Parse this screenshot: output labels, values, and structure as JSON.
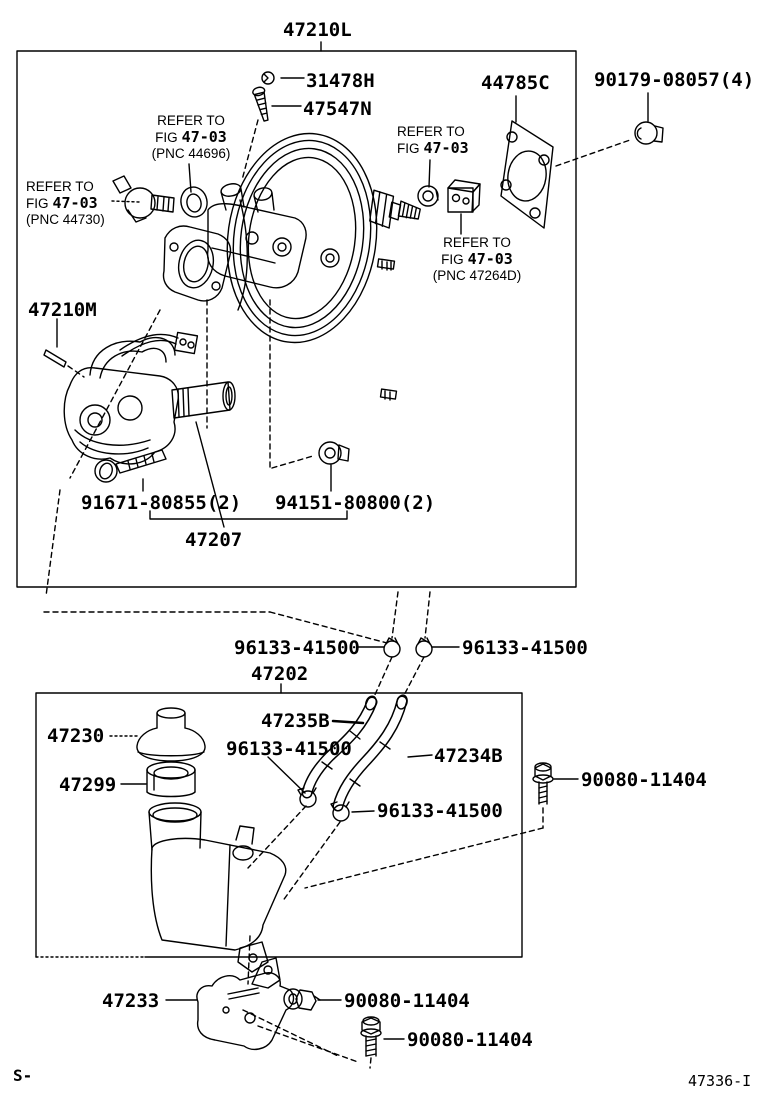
{
  "upper_box": {
    "title": "47210L",
    "parts": {
      "clip": "31478H",
      "bleeder_screw": "47547N",
      "gasket": "44785C",
      "mount_nut": "90179-08057(4)",
      "actuator": "47210M",
      "bolt": "91671-80855(2)",
      "nut": "94151-80800(2)",
      "master_cylinder": "47207"
    },
    "notes": {
      "n44696": {
        "line1": "REFER TO",
        "fig_prefix": "FIG",
        "fig_code": "47-03",
        "pnc": "(PNC 44696)"
      },
      "n44730": {
        "line1": "REFER TO",
        "fig_prefix": "FIG",
        "fig_code": "47-03",
        "pnc": "(PNC 44730)"
      },
      "n47264_top": {
        "line1": "REFER TO",
        "fig_prefix": "FIG",
        "fig_code": "47-03"
      },
      "n47264": {
        "line1": "REFER TO",
        "fig_prefix": "FIG",
        "fig_code": "47-03",
        "pnc": "(PNC 47264D)"
      }
    }
  },
  "lower_box": {
    "title": "47202",
    "parts": {
      "clip_top_left": "96133-41500",
      "clip_top_right": "96133-41500",
      "cap": "47230",
      "hose_front": "47235B",
      "clip_mid": "96133-41500",
      "float": "47299",
      "hose_rear": "47234B",
      "bolt_right": "90080-11404",
      "clip_low": "96133-41500",
      "bracket": "47233",
      "bolt_bracket": "90080-11404",
      "bolt_lower": "90080-11404"
    }
  },
  "footer": {
    "left_code": "S-",
    "right_code": "47336-I"
  },
  "colors": {
    "line": "#000000",
    "background": "#ffffff"
  }
}
